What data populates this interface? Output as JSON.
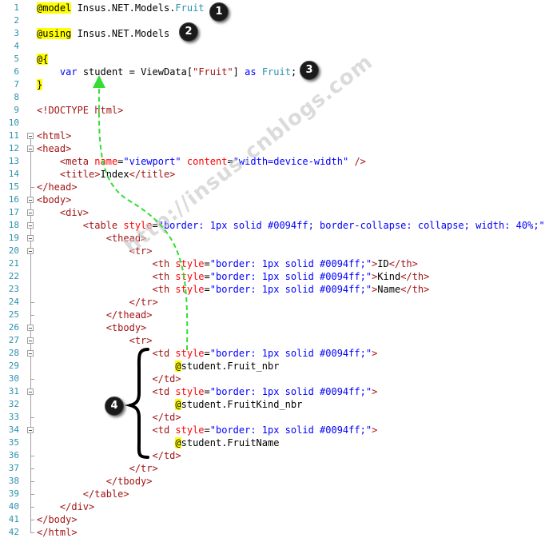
{
  "editor": {
    "line_numbers": [
      "1",
      "2",
      "3",
      "4",
      "5",
      "6",
      "7",
      "8",
      "9",
      "10",
      "11",
      "12",
      "13",
      "14",
      "15",
      "16",
      "17",
      "18",
      "19",
      "20",
      "21",
      "22",
      "23",
      "24",
      "25",
      "26",
      "27",
      "28",
      "29",
      "30",
      "31",
      "32",
      "33",
      "34",
      "35",
      "36",
      "37",
      "38",
      "39",
      "40",
      "41",
      "42"
    ],
    "lines": [
      [
        [
          "rz",
          "@model"
        ],
        [
          "txt",
          " Insus.NET.Models."
        ],
        [
          "type",
          "Fruit"
        ]
      ],
      [],
      [
        [
          "rz",
          "@using"
        ],
        [
          "txt",
          " Insus.NET.Models"
        ]
      ],
      [],
      [
        [
          "rz",
          "@{"
        ]
      ],
      [
        [
          "txt",
          "    "
        ],
        [
          "kw",
          "var"
        ],
        [
          "txt",
          " student = ViewData["
        ],
        [
          "tag",
          "\"Fruit\""
        ],
        [
          "txt",
          "] "
        ],
        [
          "kw",
          "as"
        ],
        [
          "txt",
          " "
        ],
        [
          "type",
          "Fruit"
        ],
        [
          "txt",
          ";"
        ]
      ],
      [
        [
          "rz",
          "}"
        ]
      ],
      [],
      [
        [
          "tag",
          "<!DOCTYPE html>"
        ]
      ],
      [],
      [
        [
          "tag",
          "<html>"
        ]
      ],
      [
        [
          "tag",
          "<head>"
        ]
      ],
      [
        [
          "txt",
          "    "
        ],
        [
          "tag",
          "<meta "
        ],
        [
          "attr",
          "name"
        ],
        [
          "txt",
          "="
        ],
        [
          "str",
          "\"viewport\""
        ],
        [
          "txt",
          " "
        ],
        [
          "attr",
          "content"
        ],
        [
          "txt",
          "="
        ],
        [
          "str",
          "\"width=device-width\""
        ],
        [
          "txt",
          " "
        ],
        [
          "tag",
          "/>"
        ]
      ],
      [
        [
          "txt",
          "    "
        ],
        [
          "tag",
          "<title>"
        ],
        [
          "txt",
          "Index"
        ],
        [
          "tag",
          "</title>"
        ]
      ],
      [
        [
          "tag",
          "</head>"
        ]
      ],
      [
        [
          "tag",
          "<body>"
        ]
      ],
      [
        [
          "txt",
          "    "
        ],
        [
          "tag",
          "<div>"
        ]
      ],
      [
        [
          "txt",
          "        "
        ],
        [
          "tag",
          "<table "
        ],
        [
          "attr",
          "style"
        ],
        [
          "txt",
          "="
        ],
        [
          "str",
          "\"border: 1px solid #0094ff; border-collapse: collapse; width: 40%;\""
        ],
        [
          "tag",
          ">"
        ]
      ],
      [
        [
          "txt",
          "            "
        ],
        [
          "tag",
          "<thead>"
        ]
      ],
      [
        [
          "txt",
          "                "
        ],
        [
          "tag",
          "<tr>"
        ]
      ],
      [
        [
          "txt",
          "                    "
        ],
        [
          "tag",
          "<th "
        ],
        [
          "attr",
          "style"
        ],
        [
          "txt",
          "="
        ],
        [
          "str",
          "\"border: 1px solid #0094ff;\""
        ],
        [
          "tag",
          ">"
        ],
        [
          "txt",
          "ID"
        ],
        [
          "tag",
          "</th>"
        ]
      ],
      [
        [
          "txt",
          "                    "
        ],
        [
          "tag",
          "<th "
        ],
        [
          "attr",
          "style"
        ],
        [
          "txt",
          "="
        ],
        [
          "str",
          "\"border: 1px solid #0094ff;\""
        ],
        [
          "tag",
          ">"
        ],
        [
          "txt",
          "Kind"
        ],
        [
          "tag",
          "</th>"
        ]
      ],
      [
        [
          "txt",
          "                    "
        ],
        [
          "tag",
          "<th "
        ],
        [
          "attr",
          "style"
        ],
        [
          "txt",
          "="
        ],
        [
          "str",
          "\"border: 1px solid #0094ff;\""
        ],
        [
          "tag",
          ">"
        ],
        [
          "txt",
          "Name"
        ],
        [
          "tag",
          "</th>"
        ]
      ],
      [
        [
          "txt",
          "                "
        ],
        [
          "tag",
          "</tr>"
        ]
      ],
      [
        [
          "txt",
          "            "
        ],
        [
          "tag",
          "</thead>"
        ]
      ],
      [
        [
          "txt",
          "            "
        ],
        [
          "tag",
          "<tbody>"
        ]
      ],
      [
        [
          "txt",
          "                "
        ],
        [
          "tag",
          "<tr>"
        ]
      ],
      [
        [
          "txt",
          "                    "
        ],
        [
          "tag",
          "<td "
        ],
        [
          "attr",
          "style"
        ],
        [
          "txt",
          "="
        ],
        [
          "str",
          "\"border: 1px solid #0094ff;\""
        ],
        [
          "tag",
          ">"
        ]
      ],
      [
        [
          "txt",
          "                        "
        ],
        [
          "rz",
          "@"
        ],
        [
          "txt",
          "student.Fruit_nbr"
        ]
      ],
      [
        [
          "txt",
          "                    "
        ],
        [
          "tag",
          "</td>"
        ]
      ],
      [
        [
          "txt",
          "                    "
        ],
        [
          "tag",
          "<td "
        ],
        [
          "attr",
          "style"
        ],
        [
          "txt",
          "="
        ],
        [
          "str",
          "\"border: 1px solid #0094ff;\""
        ],
        [
          "tag",
          ">"
        ]
      ],
      [
        [
          "txt",
          "                        "
        ],
        [
          "rz",
          "@"
        ],
        [
          "txt",
          "student.FruitKind_nbr"
        ]
      ],
      [
        [
          "txt",
          "                    "
        ],
        [
          "tag",
          "</td>"
        ]
      ],
      [
        [
          "txt",
          "                    "
        ],
        [
          "tag",
          "<td "
        ],
        [
          "attr",
          "style"
        ],
        [
          "txt",
          "="
        ],
        [
          "str",
          "\"border: 1px solid #0094ff;\""
        ],
        [
          "tag",
          ">"
        ]
      ],
      [
        [
          "txt",
          "                        "
        ],
        [
          "rz",
          "@"
        ],
        [
          "txt",
          "student.FruitName"
        ]
      ],
      [
        [
          "txt",
          "                    "
        ],
        [
          "tag",
          "</td>"
        ]
      ],
      [
        [
          "txt",
          "                "
        ],
        [
          "tag",
          "</tr>"
        ]
      ],
      [
        [
          "txt",
          "            "
        ],
        [
          "tag",
          "</tbody>"
        ]
      ],
      [
        [
          "txt",
          "        "
        ],
        [
          "tag",
          "</table>"
        ]
      ],
      [
        [
          "txt",
          "    "
        ],
        [
          "tag",
          "</div>"
        ]
      ],
      [
        [
          "tag",
          "</body>"
        ]
      ],
      [
        [
          "tag",
          "</html>"
        ]
      ]
    ]
  },
  "callouts": {
    "one": "1",
    "two": "2",
    "three": "3",
    "four": "4"
  },
  "watermark": "http://insus.cnblogs.com",
  "colors": {
    "line_number": "#2b91af",
    "keyword": "#0000ff",
    "tag": "#a31515",
    "attribute": "#ff0000",
    "type": "#2b91af",
    "razor_highlight": "#ffff00",
    "arrow": "#33dd33"
  }
}
